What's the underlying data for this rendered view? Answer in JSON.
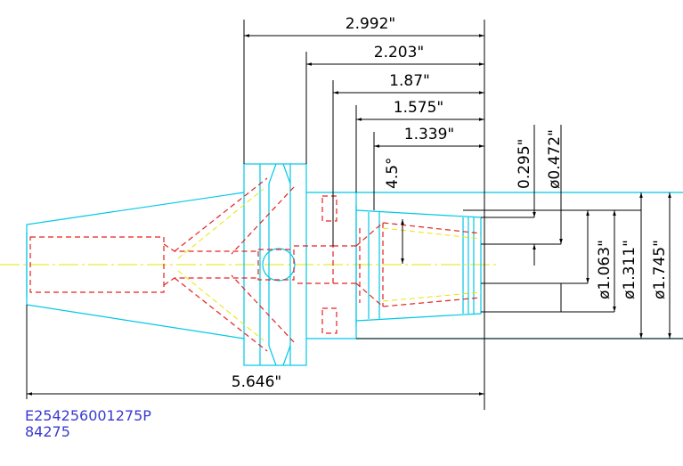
{
  "dimensions": {
    "horizontal": [
      {
        "id": "overall_length",
        "label": "5.646\""
      },
      {
        "id": "flange_to_end",
        "label": "2.992\""
      },
      {
        "id": "dim_2203",
        "label": "2.203\""
      },
      {
        "id": "dim_187",
        "label": "1.87\""
      },
      {
        "id": "dim_1575",
        "label": "1.575\""
      },
      {
        "id": "dim_1339",
        "label": "1.339\""
      }
    ],
    "vertical": [
      {
        "id": "dim_0295",
        "label": "0.295\""
      },
      {
        "id": "dia_0472",
        "label": "ø0.472\""
      },
      {
        "id": "dia_1063",
        "label": "ø1.063\""
      },
      {
        "id": "dia_1311",
        "label": "ø1.311\""
      },
      {
        "id": "dia_1745",
        "label": "ø1.745\""
      }
    ],
    "angle": {
      "id": "taper_angle",
      "label": "4.5°"
    }
  },
  "part": {
    "number": "E254256001275P",
    "code": "84275"
  },
  "colors": {
    "outline": "#00c8e6",
    "hidden": "#e62020",
    "centerline": "#e6e600",
    "dimension": "#000000",
    "text_blue": "#3a3ad0"
  }
}
